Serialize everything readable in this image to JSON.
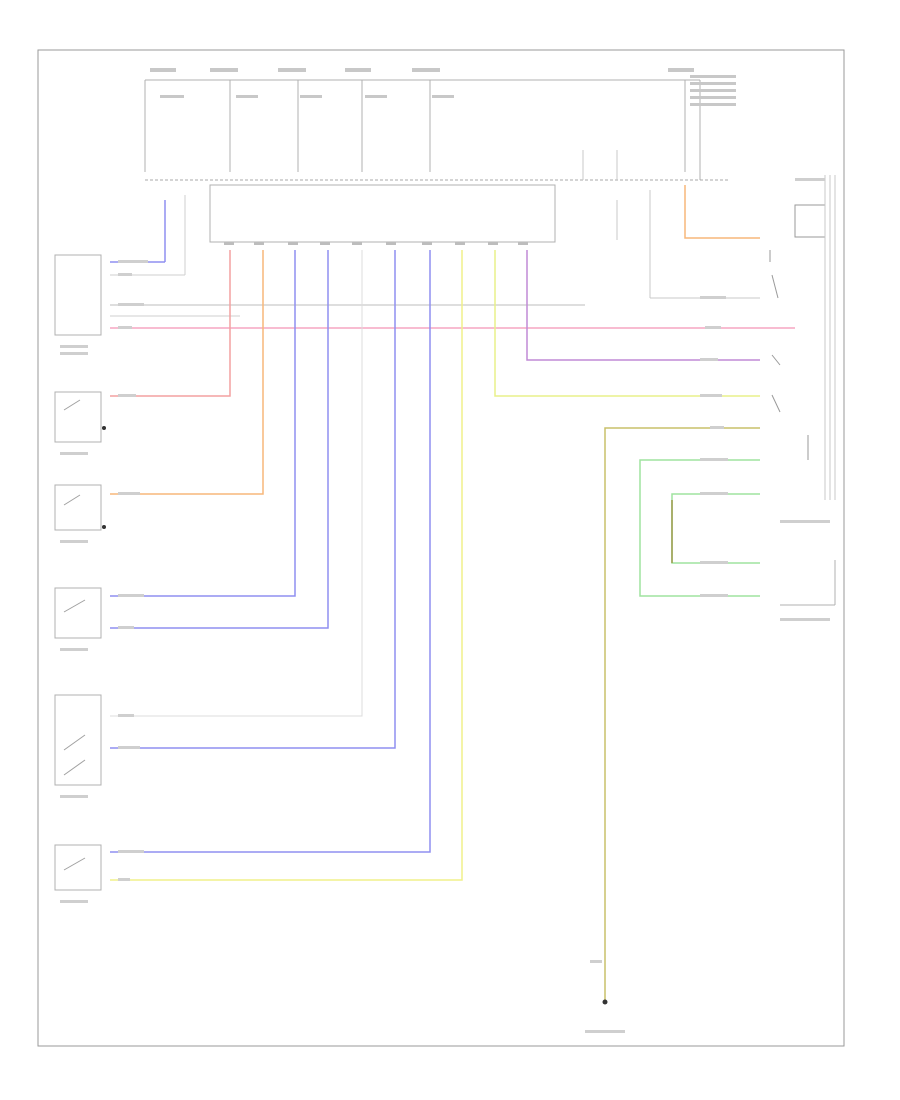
{
  "diagram": {
    "footer_code": "",
    "colors": {
      "border": "#9a9a9a",
      "bus": "#a8a8a8",
      "red": "#f4a1a1",
      "pink": "#f6a6c2",
      "orange": "#f7b77a",
      "blue": "#8f8ff0",
      "green": "#9fe39f",
      "yellow": "#f0f08a",
      "purple": "#c08ad6",
      "olive": "#9c9a4a",
      "gray": "#cfcfcf"
    },
    "fuse_labels": [
      "",
      "",
      "",
      "",
      "",
      ""
    ],
    "components": [
      {
        "id": "driver-seatbelt",
        "label": ""
      },
      {
        "id": "right-door-switch",
        "label": ""
      },
      {
        "id": "left-door-switch",
        "label": ""
      },
      {
        "id": "left-front-seatbelt",
        "label": ""
      },
      {
        "id": "right-front-seatbelt",
        "label": ""
      },
      {
        "id": "parking-brake",
        "label": ""
      },
      {
        "id": "combination-meter",
        "label": ""
      },
      {
        "id": "ground",
        "label": ""
      }
    ],
    "wire_labels": []
  }
}
